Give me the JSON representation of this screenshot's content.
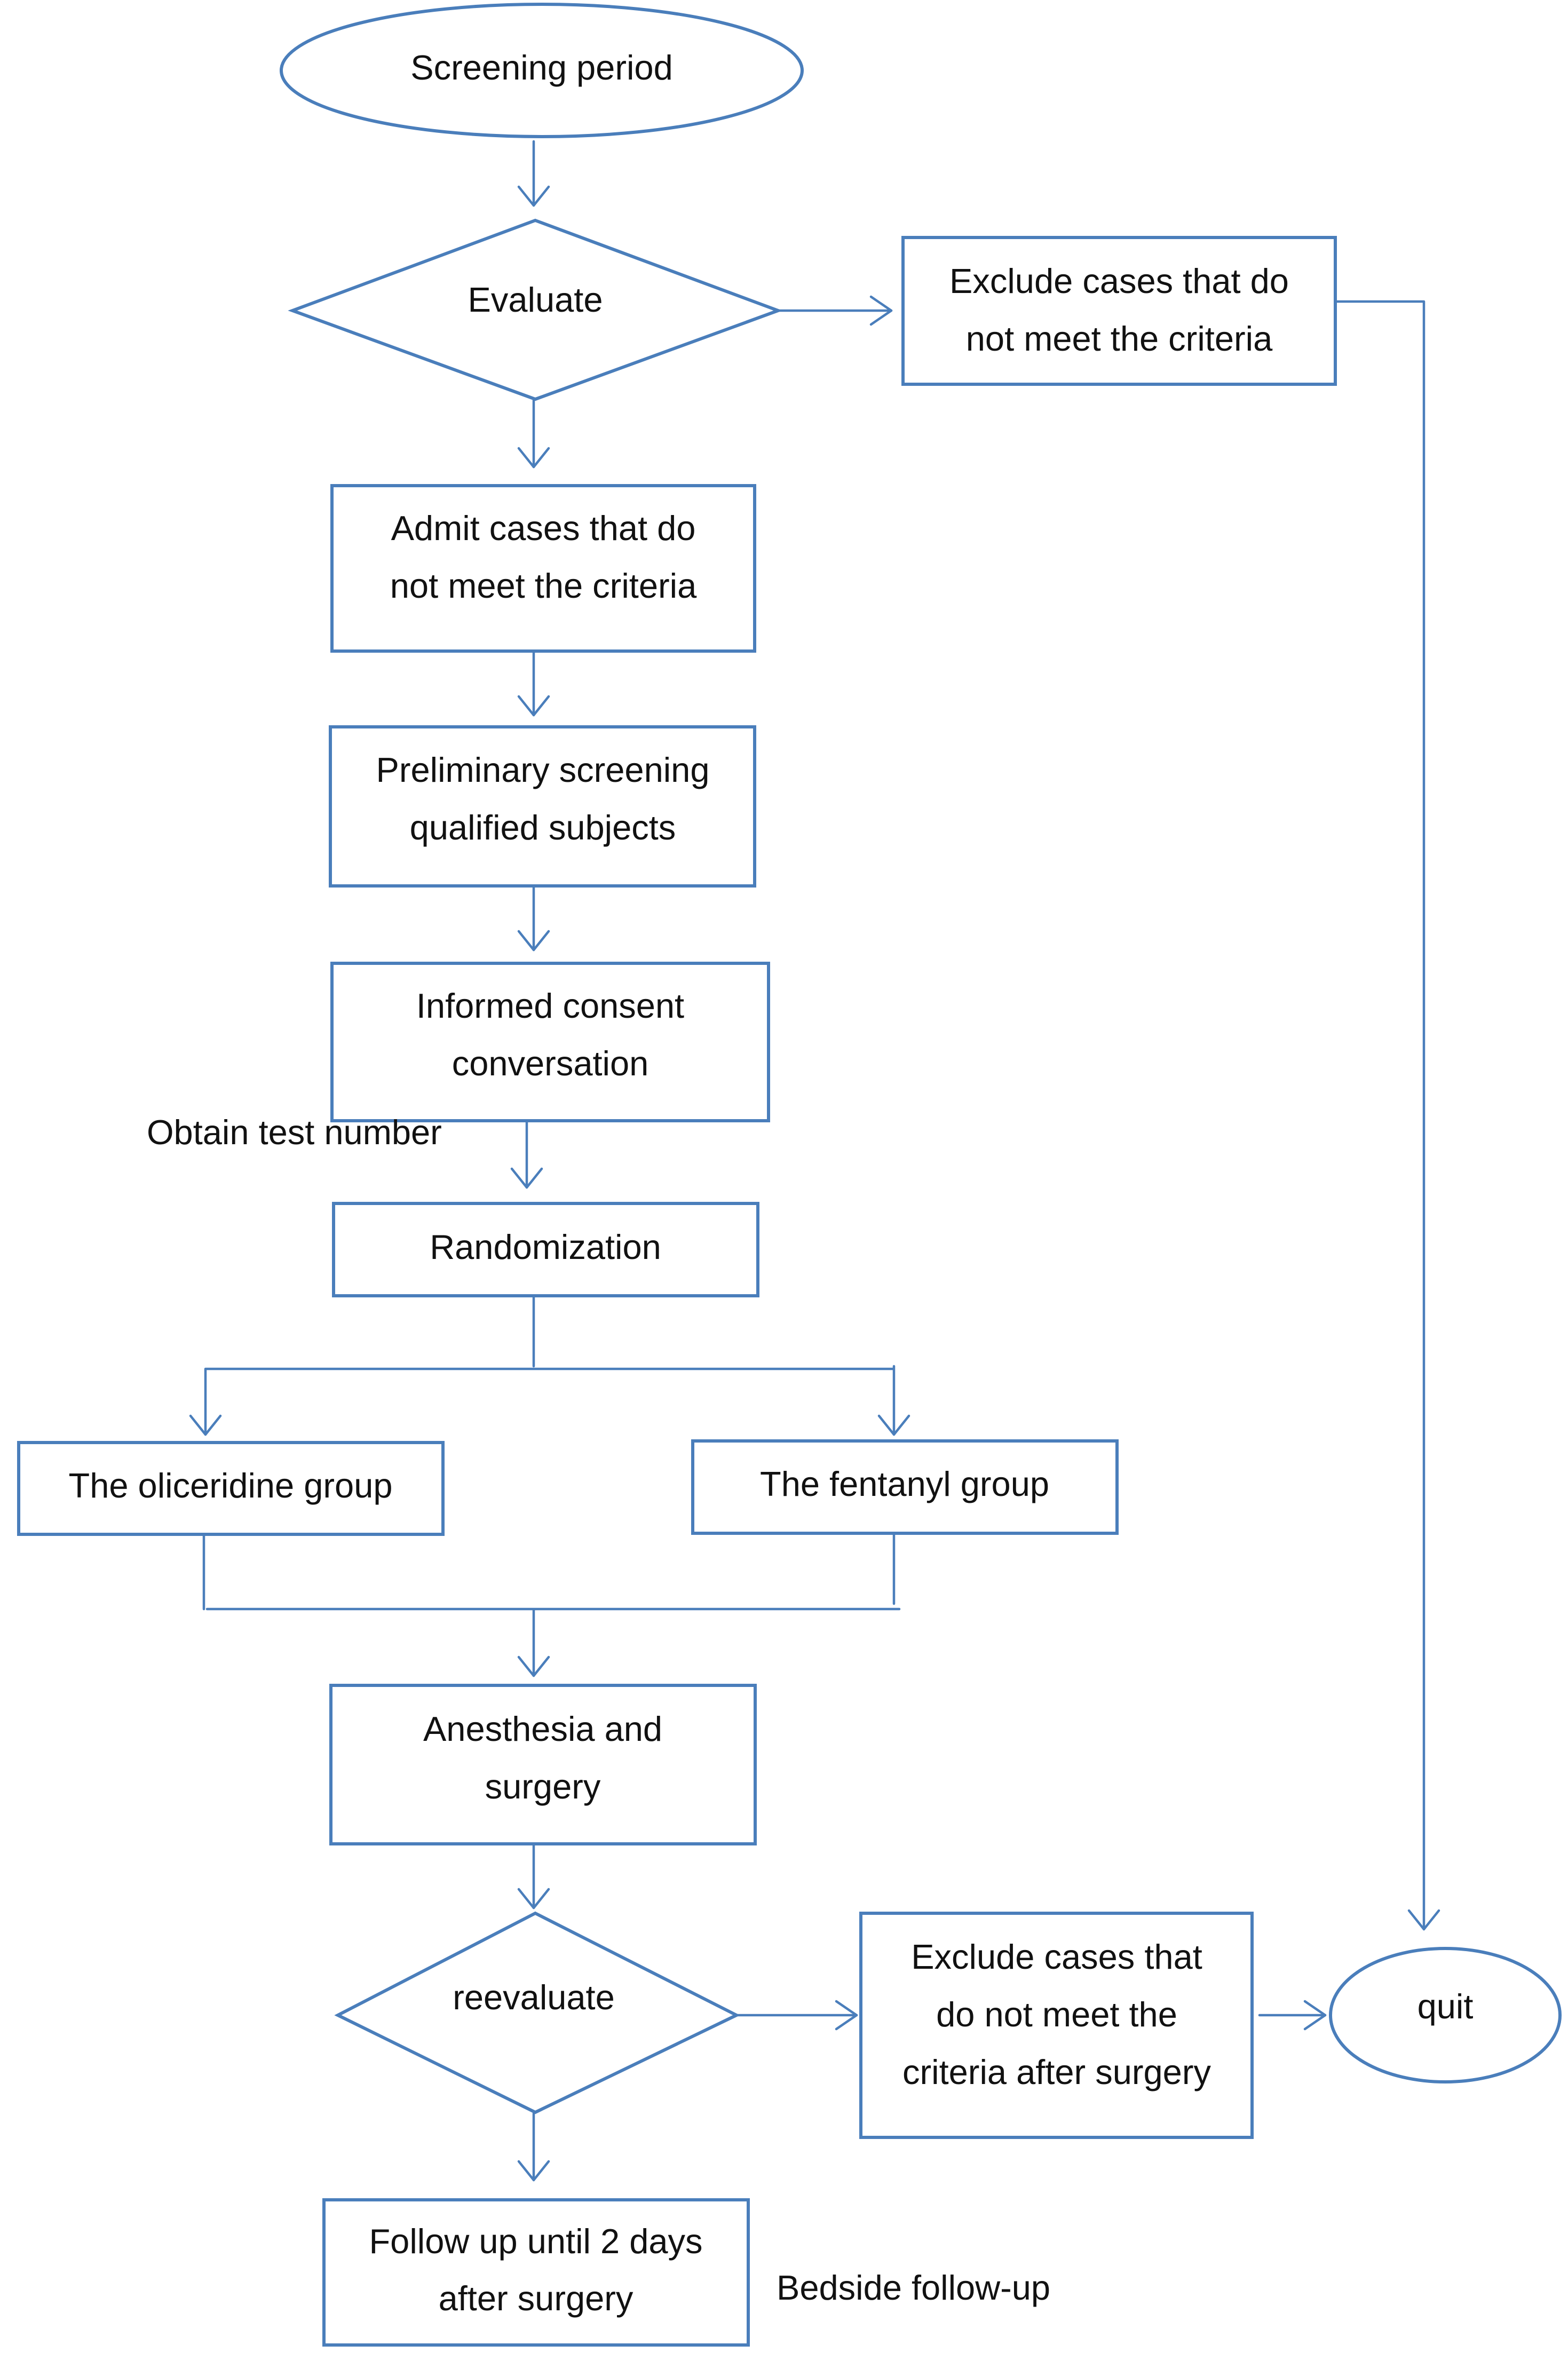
{
  "nodes": {
    "screening": "Screening period",
    "evaluate": "Evaluate",
    "exclude_top": [
      "Exclude cases that do",
      "not meet the criteria"
    ],
    "admit": [
      "Admit cases that do",
      "not meet the criteria"
    ],
    "preliminary": [
      "Preliminary screening",
      "qualified subjects"
    ],
    "consent": [
      "Informed consent",
      "conversation"
    ],
    "obtain": "Obtain test number",
    "randomization": "Randomization",
    "oliceridine": "The oliceridine group",
    "fentanyl": "The fentanyl group",
    "anesthesia": [
      "Anesthesia and",
      "surgery"
    ],
    "reevaluate": "reevaluate",
    "exclude_after": [
      "Exclude cases that",
      "do not meet the",
      "criteria after surgery"
    ],
    "quit": "quit",
    "follow": [
      "Follow up until 2 days",
      "after surgery"
    ],
    "bedside": "Bedside follow-up"
  },
  "colors": {
    "stroke": "#4a7ebb",
    "text": "#111111",
    "background": "#ffffff"
  }
}
